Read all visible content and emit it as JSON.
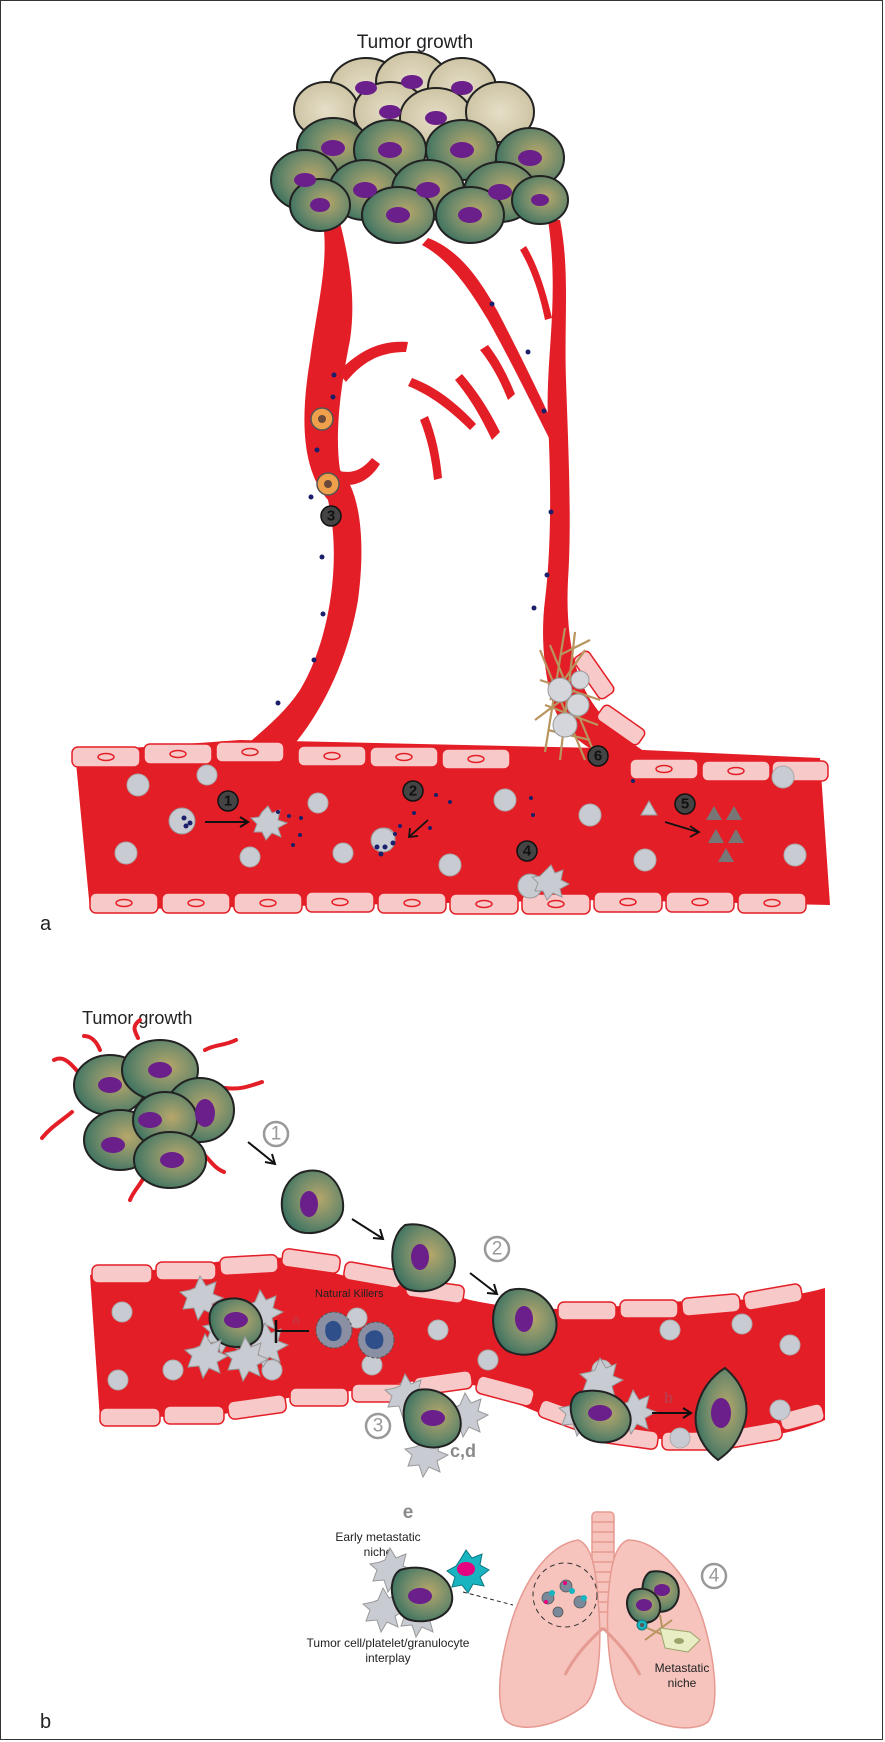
{
  "panel_a": {
    "title": "Tumor growth",
    "panel_label": "a",
    "markers": [
      "1",
      "2",
      "3",
      "4",
      "5",
      "6"
    ]
  },
  "panel_b": {
    "title": "Tumor growth",
    "panel_label": "b",
    "markers": [
      "1",
      "2",
      "3",
      "4"
    ],
    "nk_label": "Natural Killers",
    "letters": {
      "a": "a",
      "b": "b",
      "cd": "c,d",
      "e": "e"
    },
    "early_niche": [
      "Early metastatic",
      "niche"
    ],
    "interplay": [
      "Tumor cell/platelet/granulocyte",
      "interplay"
    ],
    "metastatic_niche": [
      "Metastatic",
      "niche"
    ]
  },
  "colors": {
    "blood": "#e41e26",
    "vessel_cell": "#f7c9c9",
    "tumor_outer": "#2f6b5e",
    "tumor_light": "#d8cfb6",
    "nucleus": "#6b1f8a",
    "platelet": "#c9cbd3",
    "lung": "#f6c4bd"
  }
}
